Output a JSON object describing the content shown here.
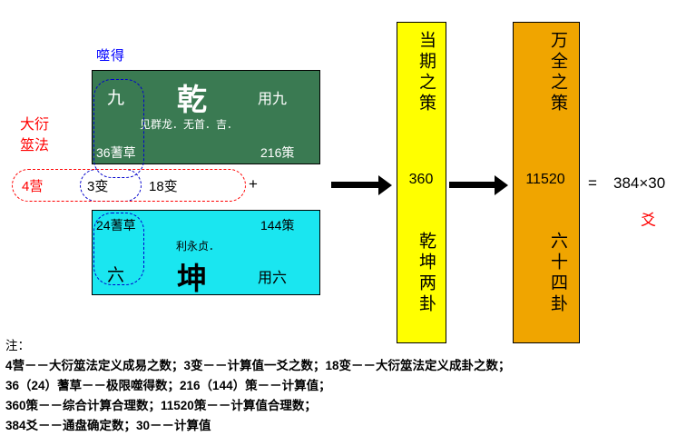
{
  "labels": {
    "shide": "噬得",
    "dayan_line1": "大衍",
    "dayan_line2": "筮法",
    "plus": "+",
    "equals": "=",
    "result": "384×30",
    "yao": "爻"
  },
  "dashed_row": {
    "ying4": "4营",
    "bian3": "3变",
    "bian18": "18变"
  },
  "qian_box": {
    "left_num": "九",
    "title": "乾",
    "right_label": "用九",
    "subtitle": "见群龙．无首．吉．",
    "bottom_left": "36蓍草",
    "bottom_right": "216策"
  },
  "kun_box": {
    "top_left": "24蓍草",
    "top_right": "144策",
    "subtitle": "利永贞．",
    "left_num": "六",
    "title": "坤",
    "right_label": "用六"
  },
  "yellow_column": {
    "top_text": "当期之策",
    "number": "360",
    "bottom_text": "乾坤两卦"
  },
  "orange_column": {
    "top_text": "万全之策",
    "number": "11520",
    "bottom_text": "六十四卦"
  },
  "notes": {
    "heading": "注：",
    "line1": "4营－－大衍筮法定义成易之数；3变－－计算值一爻之数；18变－－大衍筮法定义成卦之数；",
    "line2": "36（24）蓍草－－极限噬得数；216（144）策－－计算值；",
    "line3": "360策－－综合计算合理数；11520策－－计算值合理数；",
    "line4": "384爻－－通盘确定数；30－－计算值"
  },
  "colors": {
    "qian_green": "#3a7a52",
    "kun_cyan": "#1ae6f0",
    "yellow": "#ffff00",
    "orange": "#f0a500",
    "red": "#ff0000",
    "blue": "#0000ff"
  }
}
